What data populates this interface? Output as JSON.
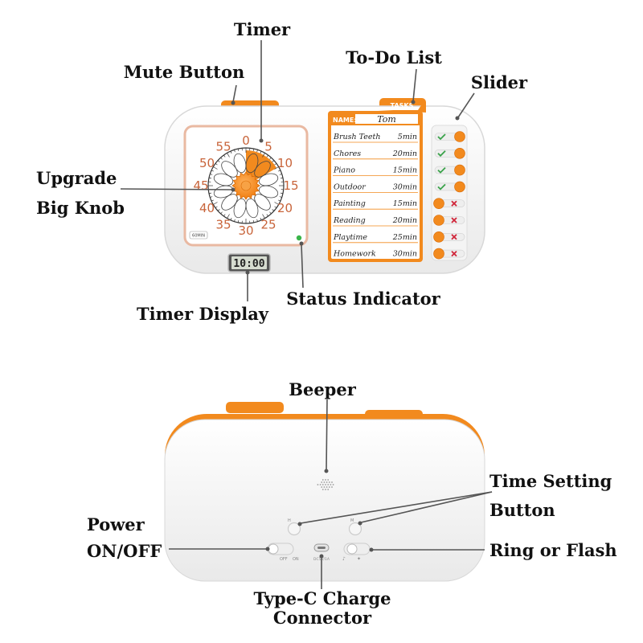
{
  "front": {
    "labels": {
      "timer": "Timer",
      "mute_button": "Mute Button",
      "todo_list": "To-Do List",
      "slider": "Slider",
      "upgrade_big_knob_line1": "Upgrade",
      "upgrade_big_knob_line2": "Big Knob",
      "status_indicator": "Status Indicator",
      "timer_display": "Timer Display"
    },
    "dial_numbers": [
      "0",
      "5",
      "10",
      "15",
      "20",
      "25",
      "30",
      "35",
      "40",
      "45",
      "50",
      "55"
    ],
    "dial_badge": "60MIN",
    "lcd_text": "10:00",
    "tasks_tab": "TASKS",
    "name_label": "NAME:",
    "name_value": "Tom",
    "tasks": [
      {
        "name": "Brush Teeth",
        "time": "5min",
        "done": true
      },
      {
        "name": "Chores",
        "time": "20min",
        "done": true
      },
      {
        "name": "Piano",
        "time": "15min",
        "done": true
      },
      {
        "name": "Outdoor",
        "time": "30min",
        "done": true
      },
      {
        "name": "Painting",
        "time": "15min",
        "done": false
      },
      {
        "name": "Reading",
        "time": "20min",
        "done": false
      },
      {
        "name": "Playtime",
        "time": "25min",
        "done": false
      },
      {
        "name": "Homework",
        "time": "30min",
        "done": false
      }
    ],
    "colors": {
      "accent": "#f28a1e",
      "check": "#3aa24a",
      "cross": "#d0263a"
    }
  },
  "back": {
    "labels": {
      "beeper": "Beeper",
      "time_setting_line1": "Time Setting",
      "time_setting_line2": "Button",
      "power_line1": "Power",
      "power_line2": "ON/OFF",
      "ring_or_flash": "Ring or Flash",
      "typec_line1": "Type-C Charge",
      "typec_line2": "Connector"
    },
    "button_h": "H",
    "button_m": "M",
    "off_label": "OFF",
    "on_label": "ON",
    "dc_label": "DC5V/1A"
  }
}
